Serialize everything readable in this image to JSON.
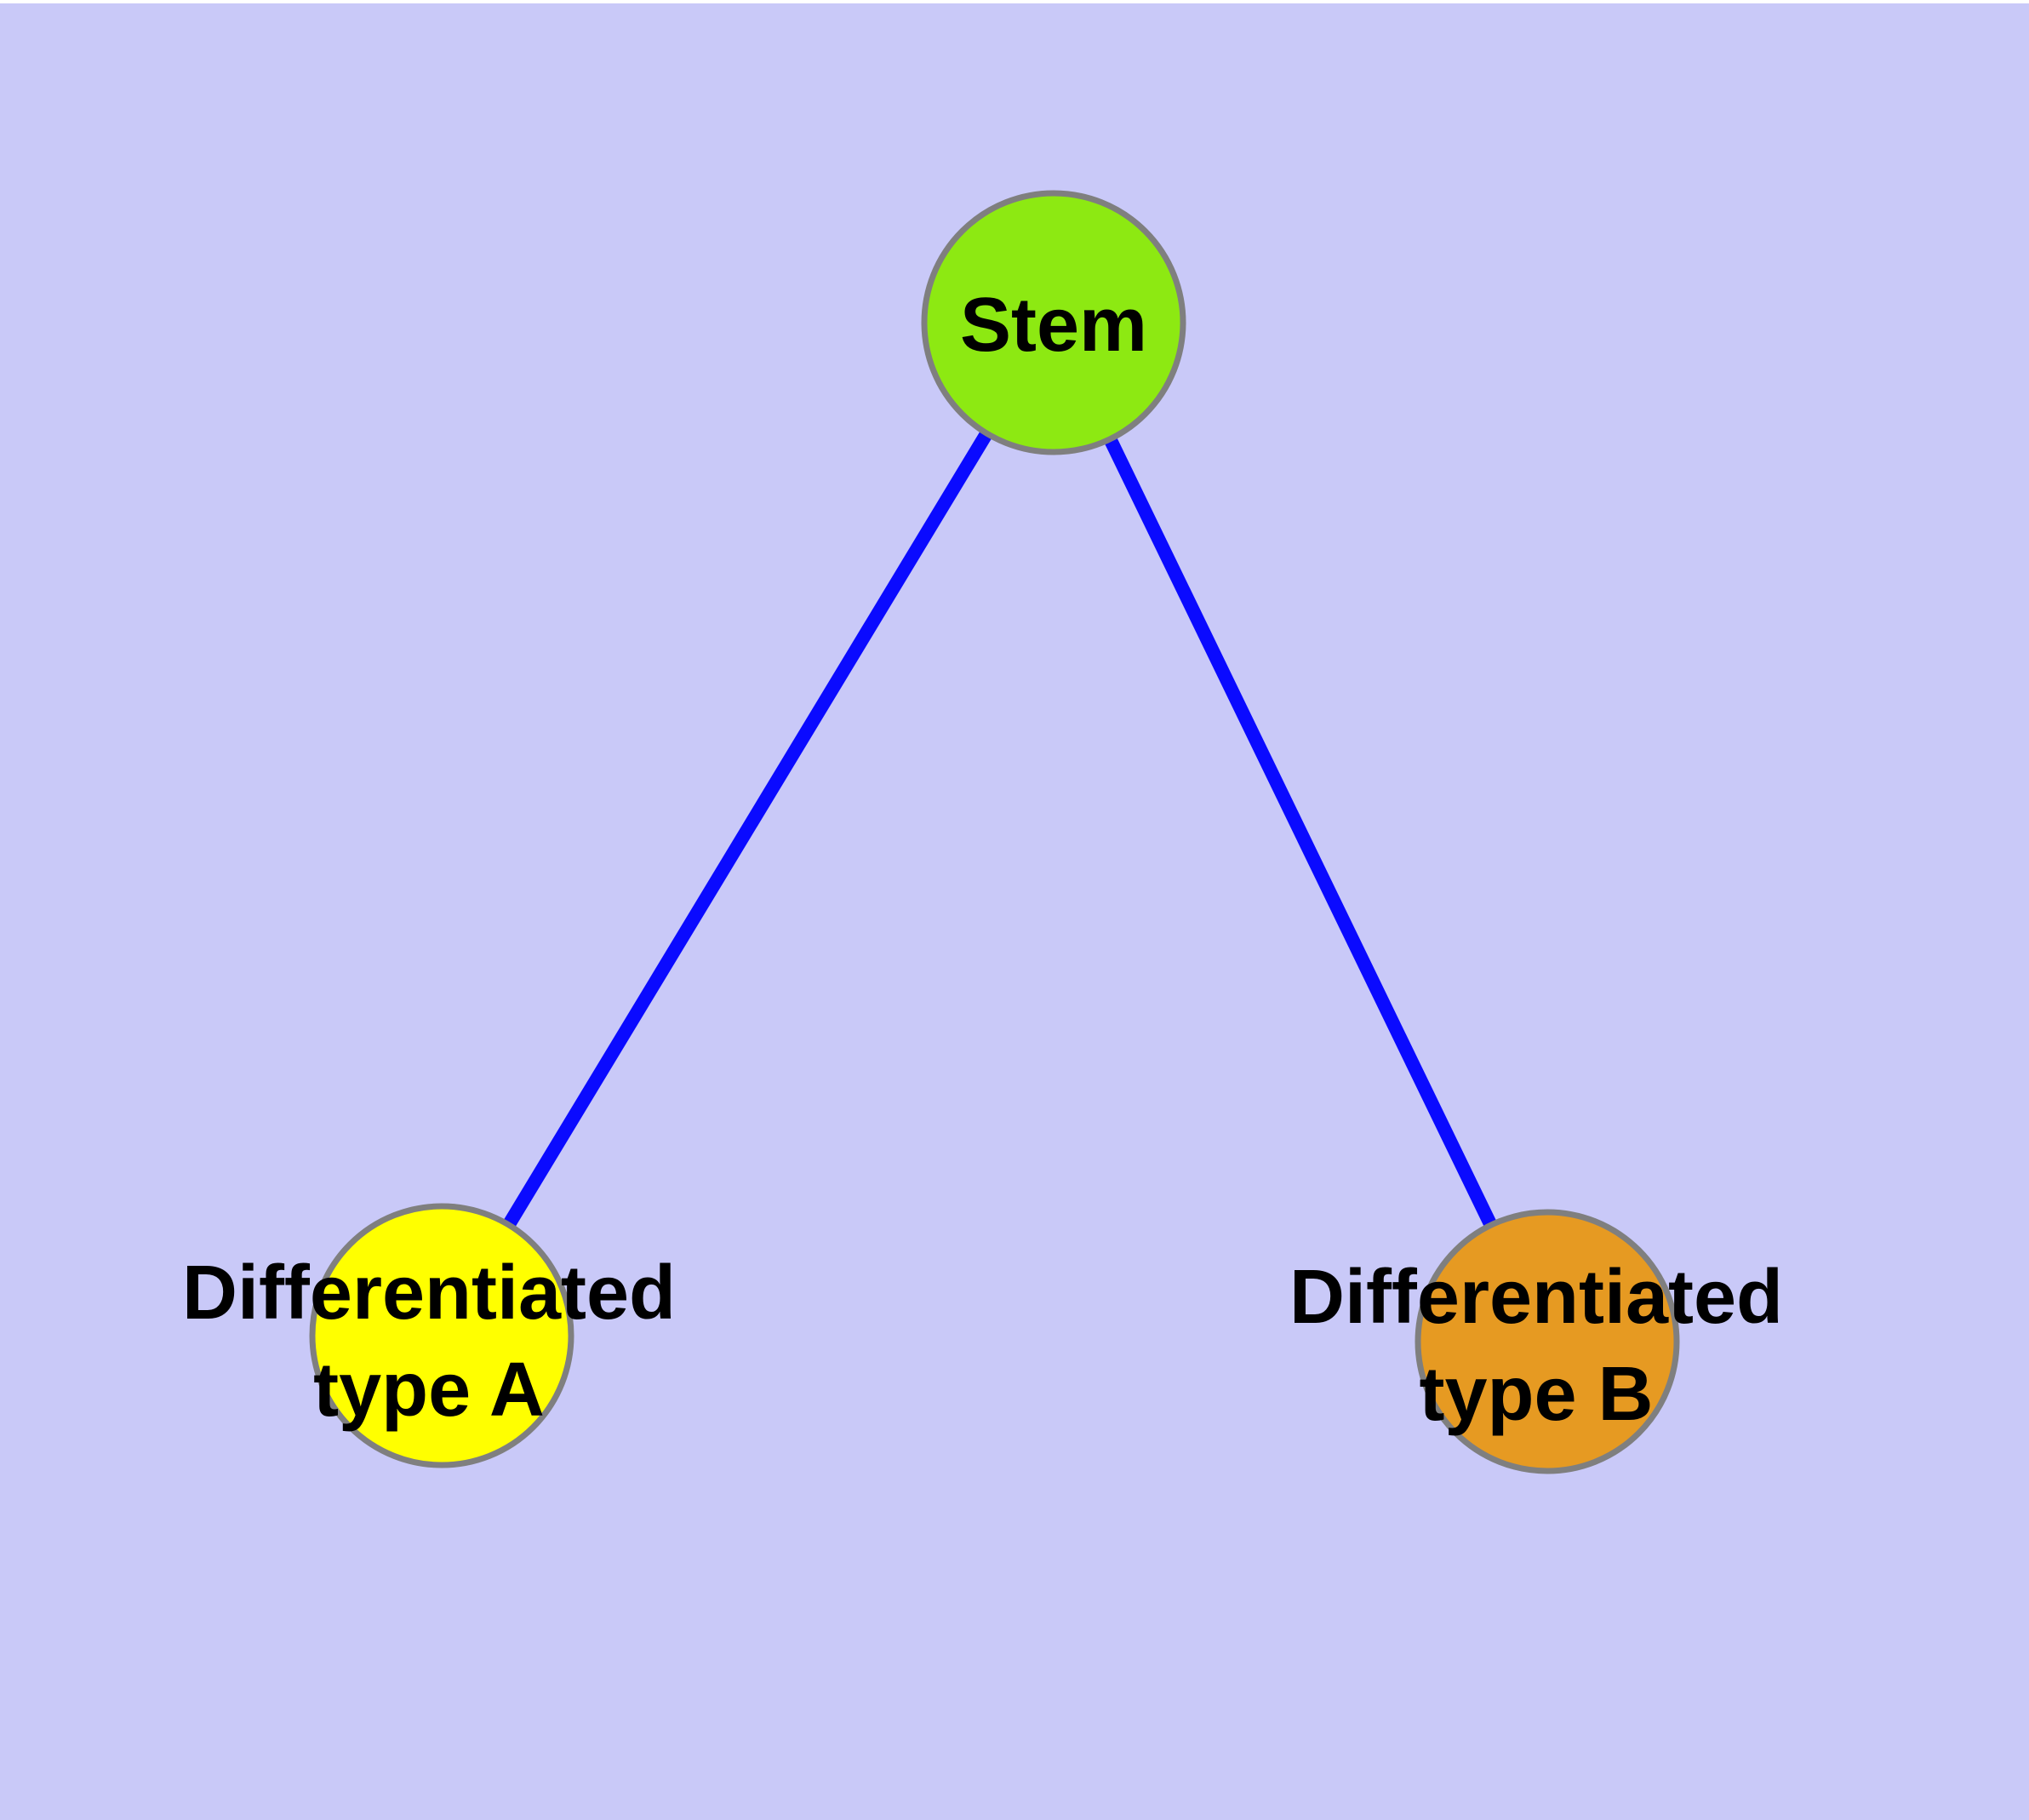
{
  "diagram": {
    "description": "Stem cell differentiation graph with one parent node and two differentiated child nodes",
    "nodes": [
      {
        "id": "stem",
        "label": "Stem",
        "fill": "#8de912"
      },
      {
        "id": "type-a",
        "label": "Differentiated\ntype A",
        "fill": "#ffff00"
      },
      {
        "id": "type-b",
        "label": "Differentiated\ntype B",
        "fill": "#e69a22"
      }
    ],
    "edges": [
      {
        "from": "stem",
        "to": "type-a",
        "color": "#0a0aff"
      },
      {
        "from": "stem",
        "to": "type-b",
        "color": "#0a0aff"
      }
    ],
    "colors": {
      "background": "#c9c9f8",
      "top_strip": "#ffffff",
      "node_border": "#7f7f7f",
      "edge": "#0a0aff",
      "label_text": "#000000"
    }
  }
}
